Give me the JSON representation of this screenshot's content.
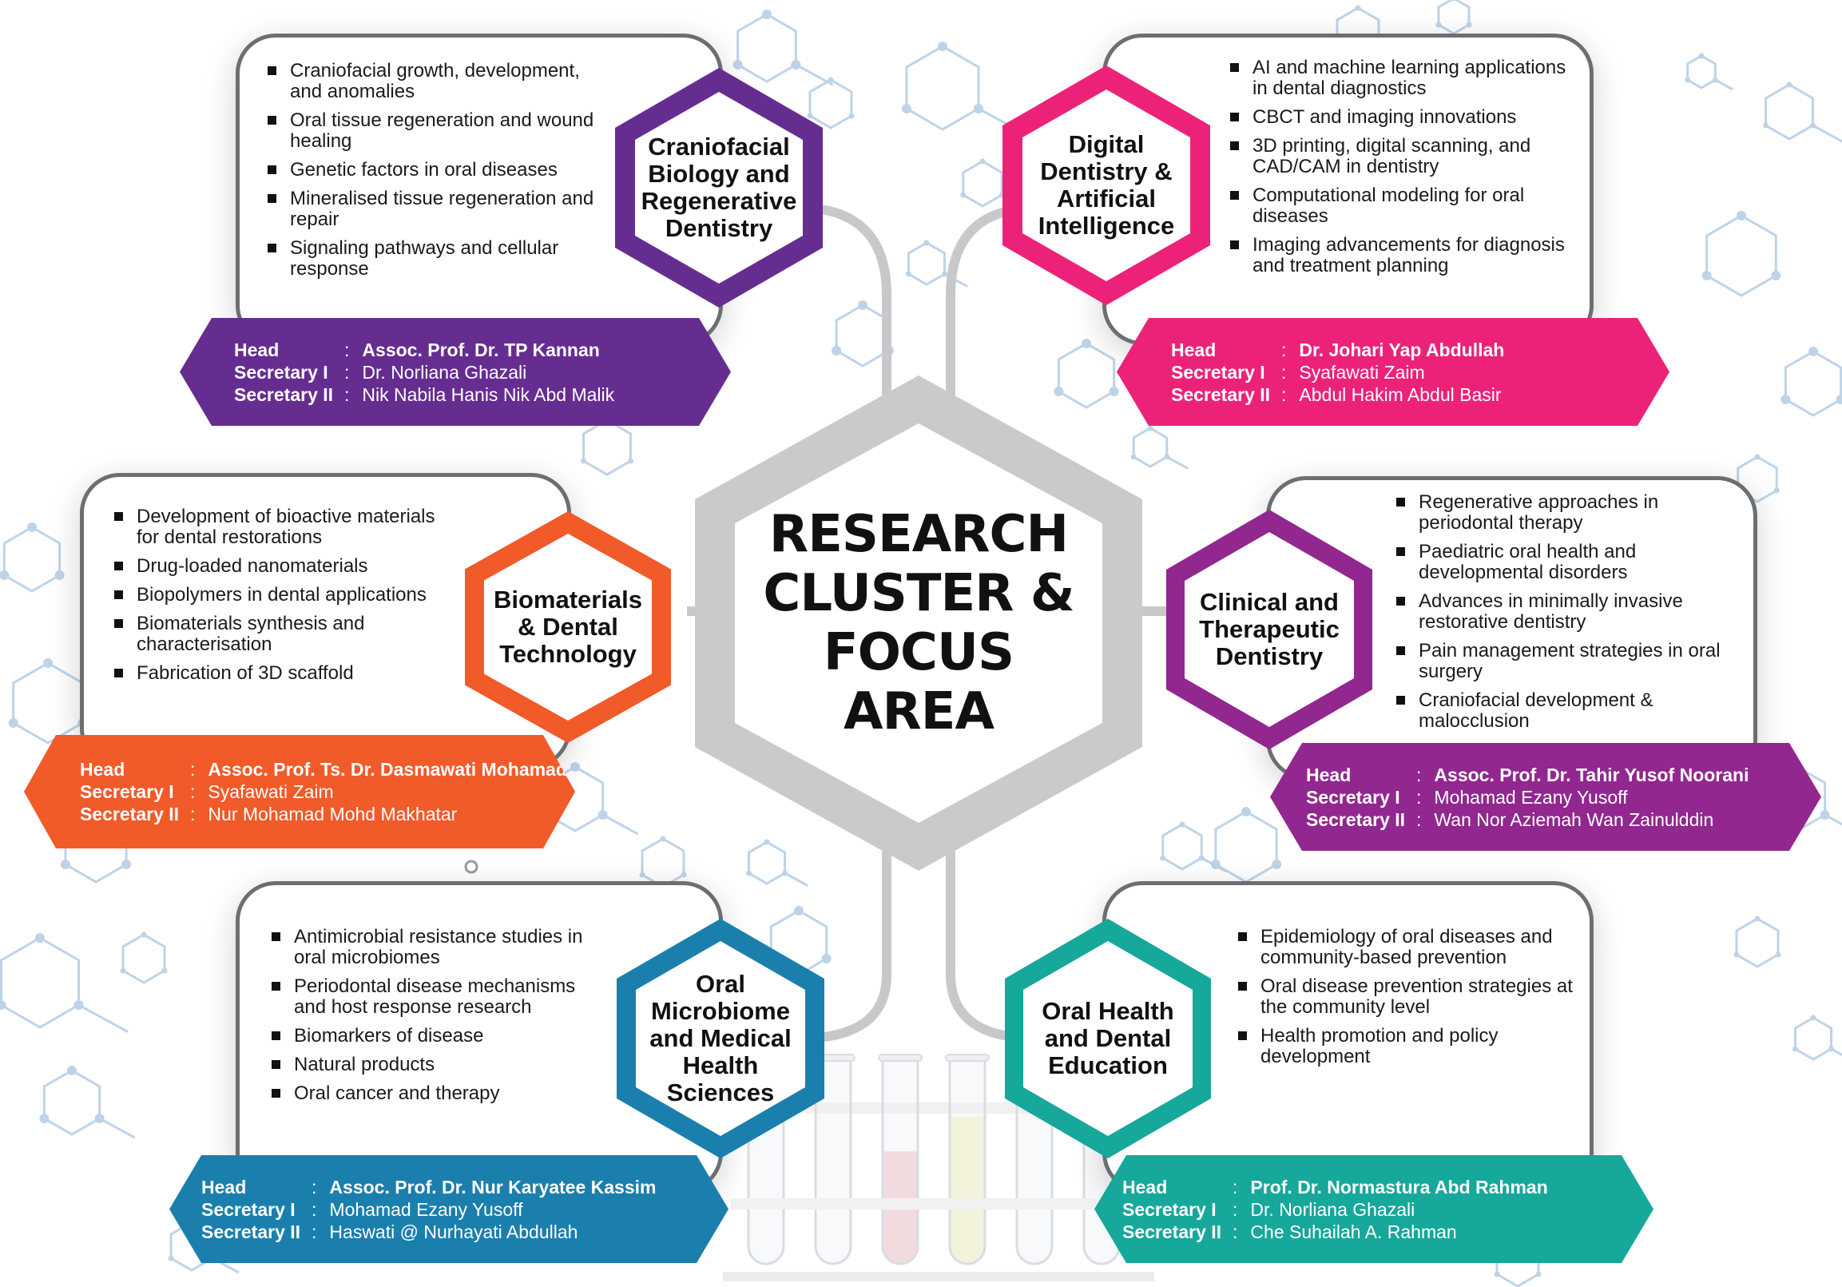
{
  "title": "RESEARCH\nCLUSTER &\nFOCUS\nAREA",
  "labels": {
    "head": "Head",
    "secretary1": "Secretary I",
    "secretary2": "Secretary II",
    "colon": ":"
  },
  "clusters": [
    {
      "id": "craniofacial",
      "name": "Craniofacial\nBiology and\nRegenerative\nDentistry",
      "color": "#662d91",
      "focus": [
        "Craniofacial growth, development, and anomalies",
        "Oral tissue regeneration and wound healing",
        "Genetic factors in oral diseases",
        "Mineralised tissue regeneration and repair",
        "Signaling pathways and cellular response"
      ],
      "head": "Assoc. Prof. Dr. TP Kannan",
      "secretary1": "Dr. Norliana Ghazali",
      "secretary2": "Nik Nabila Hanis Nik Abd Malik"
    },
    {
      "id": "digital",
      "name": "Digital\nDentistry &\nArtificial\nIntelligence",
      "color": "#ec2279",
      "focus": [
        "AI and machine learning applications in dental diagnostics",
        "CBCT and imaging innovations",
        "3D printing, digital scanning, and CAD/CAM in dentistry",
        "Computational modeling for oral diseases",
        "Imaging advancements for diagnosis and treatment planning"
      ],
      "head": "Dr. Johari Yap Abdullah",
      "secretary1": "Syafawati Zaim",
      "secretary2": "Abdul Hakim Abdul Basir"
    },
    {
      "id": "biomaterials",
      "name": "Biomaterials\n& Dental\nTechnology",
      "color": "#f15a29",
      "focus": [
        "Development of bioactive materials for dental restorations",
        "Drug-loaded nanomaterials",
        "Biopolymers in dental applications",
        "Biomaterials synthesis and characterisation",
        "Fabrication of 3D scaffold"
      ],
      "head": "Assoc. Prof. Ts. Dr. Dasmawati Mohamad",
      "secretary1": "Syafawati Zaim",
      "secretary2": "Nur Mohamad Mohd Makhatar"
    },
    {
      "id": "clinical",
      "name": "Clinical and\nTherapeutic\nDentistry",
      "color": "#92278f",
      "focus": [
        "Regenerative approaches in periodontal therapy",
        "Paediatric oral health and developmental disorders",
        "Advances in minimally invasive restorative dentistry",
        "Pain management strategies in oral surgery",
        "Craniofacial development & malocclusion"
      ],
      "head": "Assoc. Prof. Dr. Tahir Yusof Noorani",
      "secretary1": "Mohamad Ezany Yusoff",
      "secretary2": "Wan Nor Aziemah Wan Zainulddin"
    },
    {
      "id": "microbiome",
      "name": "Oral\nMicrobiome\nand Medical\nHealth\nSciences",
      "color": "#1b7fae",
      "focus": [
        "Antimicrobial resistance studies in oral microbiomes",
        "Periodontal disease mechanisms and host response research",
        "Biomarkers of disease",
        "Natural products",
        "Oral cancer and therapy"
      ],
      "head": "Assoc. Prof. Dr. Nur Karyatee Kassim",
      "secretary1": "Mohamad Ezany Yusoff",
      "secretary2": "Haswati @ Nurhayati Abdullah"
    },
    {
      "id": "oralhealth",
      "name": "Oral Health\nand Dental\nEducation",
      "color": "#16a89a",
      "focus": [
        "Epidemiology of oral diseases and community-based prevention",
        "Oral disease prevention strategies at the community level",
        "Health promotion and policy development"
      ],
      "head": "Prof. Dr. Normastura Abd Rahman",
      "secretary1": "Dr. Norliana Ghazali",
      "secretary2": "Che Suhailah A. Rahman"
    }
  ],
  "test_tubes": [
    {
      "liquid": "none"
    },
    {
      "liquid": "none"
    },
    {
      "liquid": "pink",
      "color": "#f4c9cf"
    },
    {
      "liquid": "yellow",
      "color": "#f6f3c8"
    },
    {
      "liquid": "none"
    },
    {
      "liquid": "none"
    }
  ]
}
